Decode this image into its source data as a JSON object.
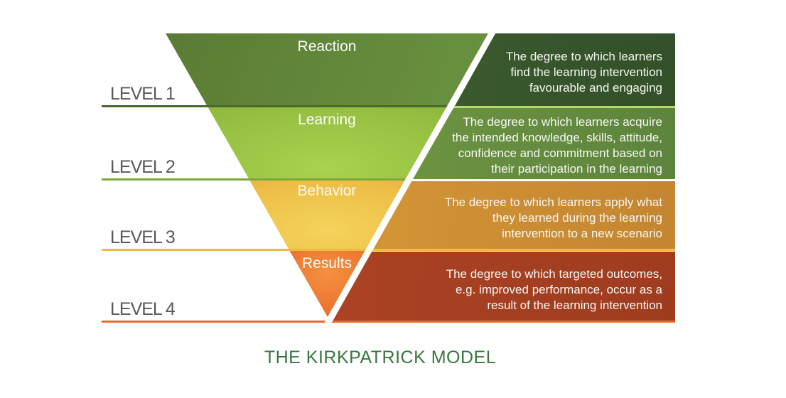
{
  "title": "THE KIRKPATRICK MODEL",
  "levels": [
    {
      "label": "LEVEL 1",
      "stage": "Reaction",
      "description_lines": [
        "The degree to which learners",
        "find the learning intervention",
        "favourable and engaging"
      ],
      "funnel_color": "#68923f",
      "panel_gradient": [
        "#4d6d35",
        "#2d4a27"
      ],
      "underline_color": "#4a672e"
    },
    {
      "label": "LEVEL 2",
      "stage": "Learning",
      "description_lines": [
        "The degree to which learners acquire",
        "the intended knowledge, skills, attitude,",
        "confidence and commitment based on",
        "their participation in the learning"
      ],
      "funnel_color": "#96bf41",
      "panel_gradient": [
        "#82ac47",
        "#567c3b"
      ],
      "underline_color": "#7aa83e"
    },
    {
      "label": "LEVEL 3",
      "stage": "Behavior",
      "description_lines": [
        "The degree to which learners apply what",
        "they learned during the learning",
        "intervention to a new scenario"
      ],
      "funnel_color": "#eebf47",
      "panel_gradient": [
        "#e7a83d",
        "#bd7f2e"
      ],
      "underline_color": "#e8bd42"
    },
    {
      "label": "LEVEL 4",
      "stage": "Results",
      "description_lines": [
        "The degree to which targeted outcomes,",
        "e.g. improved performance, occur as a",
        "result of the learning intervention"
      ],
      "funnel_color": "#ea752f",
      "panel_gradient": [
        "#b64827",
        "#9b3a1e"
      ],
      "underline_color": "#e7692e"
    }
  ],
  "colors": {
    "level_label_text": "#58595b",
    "stage_label_text": "#fbfbf8",
    "description_text": "#f7f7f2",
    "title_text": "#3a7540",
    "background": "#ffffff"
  }
}
